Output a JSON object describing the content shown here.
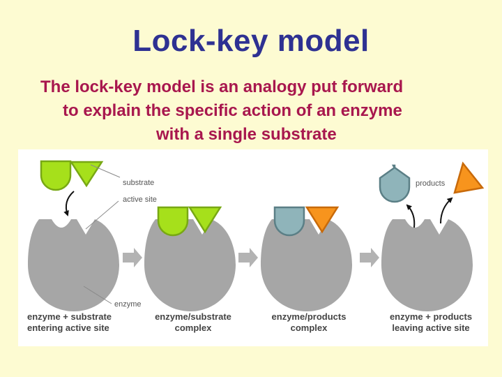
{
  "title": "Lock-key model",
  "subtitle_lines": [
    "The lock-key model is an analogy put forward",
    "to explain the specific action of an enzyme",
    "with a single substrate"
  ],
  "diagram": {
    "labels": {
      "substrate": "substrate",
      "active_site": "active site",
      "enzyme": "enzyme",
      "products": "products"
    },
    "stages": [
      {
        "line1": "enzyme + substrate",
        "line2": "entering active site"
      },
      {
        "line1": "enzyme/substrate",
        "line2": "complex"
      },
      {
        "line1": "enzyme/products",
        "line2": "complex"
      },
      {
        "line1": "enzyme + products",
        "line2": "leaving active site"
      }
    ],
    "colors": {
      "enzyme": "#a6a6a6",
      "substrate": "#a6e01b",
      "substrate_stroke": "#78a814",
      "product_round": "#8fb4ba",
      "product_round_stroke": "#5b7f86",
      "product_triangle": "#f7941d",
      "product_triangle_stroke": "#c86a0a",
      "arrow": "#b3b3b3"
    }
  }
}
